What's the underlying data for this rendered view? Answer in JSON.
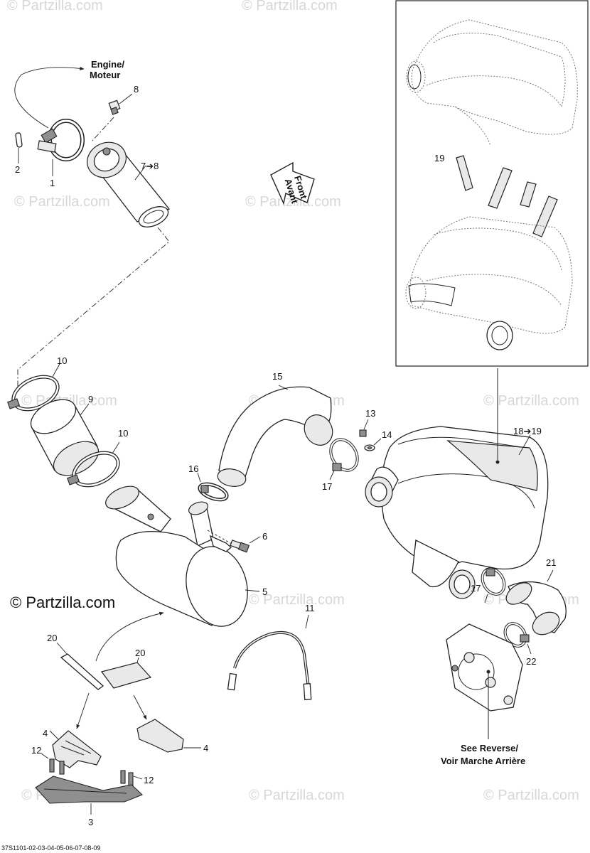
{
  "watermark": "© Partzilla.com",
  "copyright": "© Partzilla.com",
  "notes": {
    "engine_line1": "Engine/",
    "engine_line2": "Moteur",
    "front_line1": "Front",
    "front_line2": "Avant",
    "reverse_line1": "See Reverse/",
    "reverse_line2": "Voir Marche Arrière"
  },
  "drawing_code": "37S1101-02-03-04-05-06-07-08-09",
  "callouts": {
    "c1": "1",
    "c2": "2",
    "c3": "3",
    "c4a": "4",
    "c4b": "4",
    "c5": "5",
    "c6": "6",
    "c7": "7➔8",
    "c8": "8",
    "c9": "9",
    "c10a": "10",
    "c10b": "10",
    "c11": "11",
    "c12a": "12",
    "c12b": "12",
    "c13": "13",
    "c14": "14",
    "c15": "15",
    "c16": "16",
    "c17a": "17",
    "c17b": "17",
    "c18": "18➔19",
    "c19": "19",
    "c20a": "20",
    "c20b": "20",
    "c21": "21",
    "c22": "22"
  }
}
